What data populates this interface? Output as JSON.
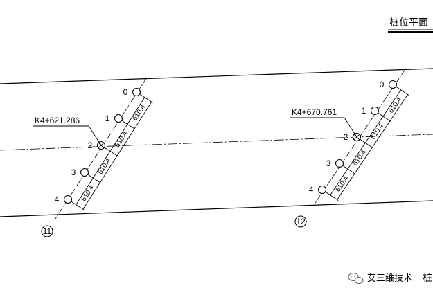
{
  "sheet": {
    "title": "桩位平面",
    "title_bottom_right": "桩"
  },
  "watermark": {
    "text": "艾三维技术",
    "icon": "wechat-icon"
  },
  "stations": [
    {
      "id": "pier-11",
      "station_label": "K4+621.286",
      "pier_number": "11",
      "piles": [
        "0",
        "1",
        "2",
        "3",
        "4"
      ],
      "spacings": [
        "610.4",
        "610.4",
        "610.4",
        "610.4"
      ]
    },
    {
      "id": "pier-12",
      "station_label": "K4+670.761",
      "pier_number": "12",
      "piles": [
        "0",
        "1",
        "2",
        "3",
        "4"
      ],
      "spacings": [
        "610.4",
        "610.4",
        "610.4",
        "610.4"
      ]
    }
  ],
  "colors": {
    "line": "#000000",
    "background": "#ffffff"
  }
}
